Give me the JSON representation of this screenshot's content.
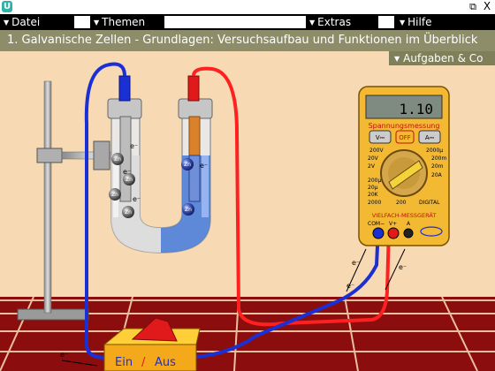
{
  "window": {
    "restore_glyph": "⧉",
    "close_glyph": "X",
    "app_icon_glyph": "U"
  },
  "menu": {
    "items": [
      "Datei",
      "Themen",
      "Extras",
      "Hilfe"
    ],
    "arrow": "▼"
  },
  "header": {
    "title": "1. Galvanische Zellen - Grundlagen: Versuchsaufbau und Funktionen im Überblick"
  },
  "tasks_button": {
    "label": "Aufgaben & Co"
  },
  "multimeter": {
    "display_value": "1.10",
    "mode_label": "Spannungsmessung",
    "off_label": "OFF",
    "dial_labels": [
      "200V",
      "20V",
      "2V",
      "200m",
      "20m",
      "2000µ",
      "200µ",
      "20µ",
      "20A",
      "20K",
      "2000",
      "200",
      "DIGITAL"
    ],
    "maker_label": "VIELFACH-MESSGERÄT",
    "jack_labels": [
      "COM−",
      "V+",
      "A"
    ]
  },
  "switch": {
    "on_label": "Ein",
    "separator": "/",
    "off_label": "Aus"
  },
  "electron_label": "e⁻",
  "ion_label": "Zn",
  "colors": {
    "background": "#f7d9b4",
    "floor": "#8b0d0d",
    "wire_red": "#ff2020",
    "wire_blue": "#1a2fd4",
    "solution_blue": "#4f7ed6",
    "meter_yellow": "#f4b932",
    "header": "#8d8d6a"
  }
}
